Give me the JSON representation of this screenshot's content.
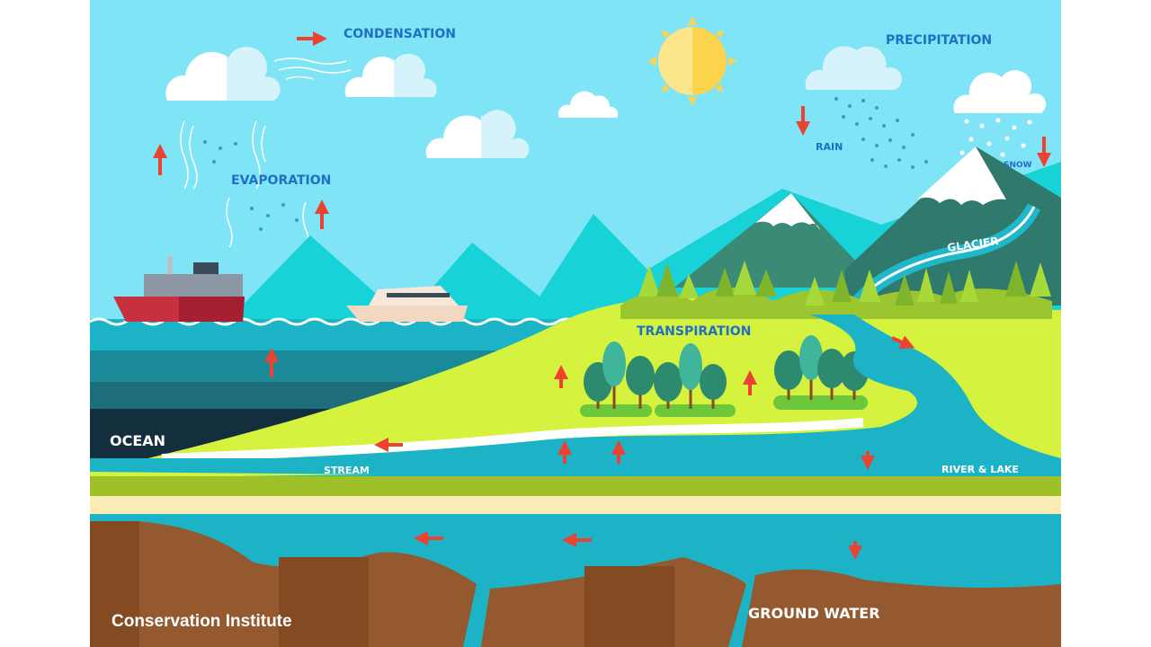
{
  "diagram": {
    "labels": {
      "condensation": "CONDENSATION",
      "precipitation": "PRECIPITATION",
      "evaporation": "EVAPORATION",
      "rain": "RAIN",
      "snow": "SNOW",
      "glacier": "GLACIER",
      "transpiration": "TRANSPIRATION",
      "ocean": "OCEAN",
      "stream": "STREAM",
      "river_lake": "RIVER & LAKE",
      "ground_water": "GROUND WATER"
    },
    "credit": "Conservation Institute",
    "colors": {
      "sky": "#7ee4f6",
      "label_blue": "#1f6fc4",
      "arrow_red": "#ec4232",
      "land": "#d4f23e",
      "water": "#1cb3c6",
      "soil": "#95592f"
    }
  }
}
